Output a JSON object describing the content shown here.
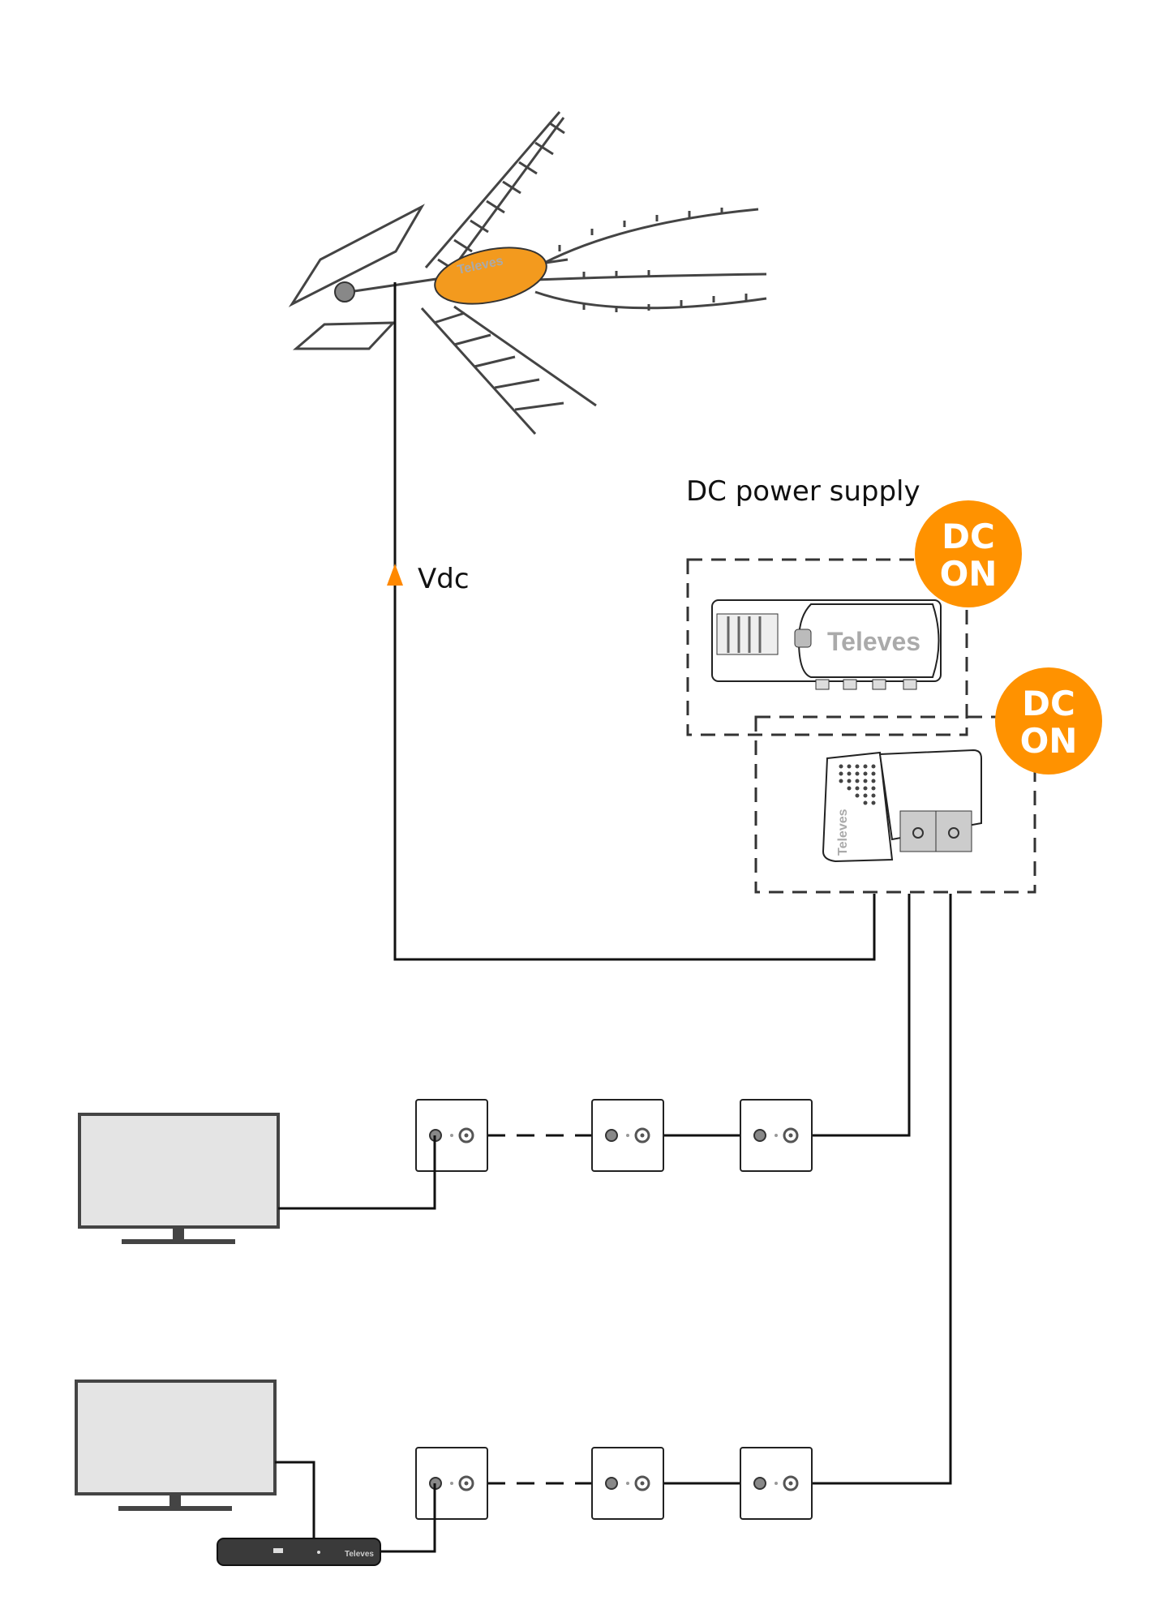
{
  "labels": {
    "power_supply_title": "DC power supply",
    "vdc": "Vdc"
  },
  "badges": [
    {
      "line1": "DC",
      "line2": "ON"
    },
    {
      "line1": "DC",
      "line2": "ON"
    }
  ],
  "brand": "Televes",
  "colors": {
    "accent": "#FF9200",
    "wire": "#111111",
    "screen": "#E4E4E4"
  }
}
